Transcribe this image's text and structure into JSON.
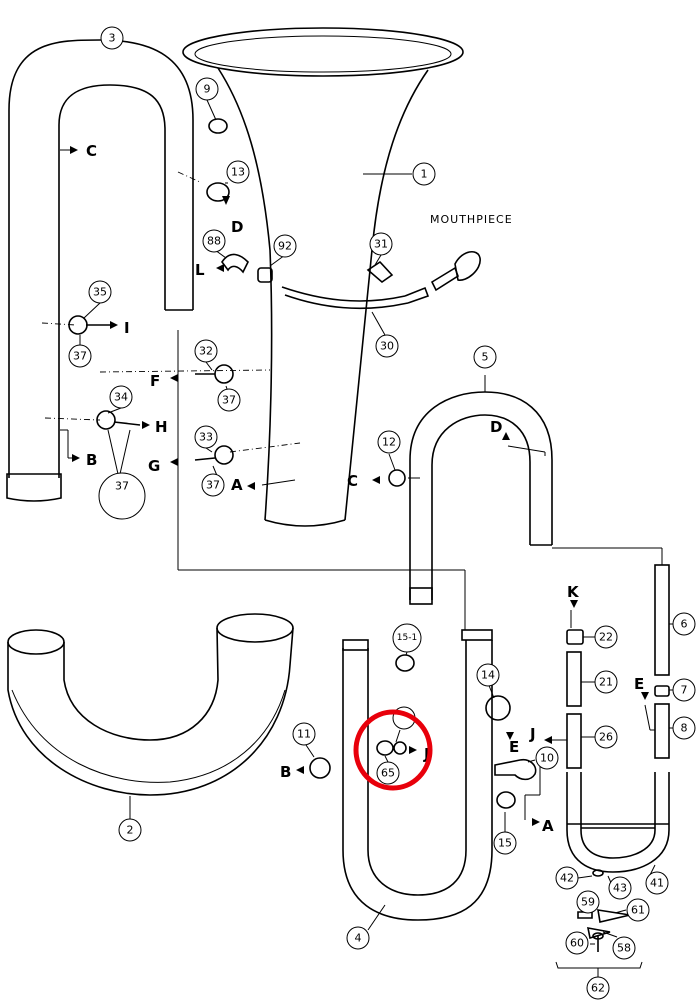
{
  "diagram": {
    "mouthpiece_label": "MOUTHPIECE",
    "highlight_color": "#e8000b",
    "callouts": [
      "1",
      "2",
      "3",
      "4",
      "5",
      "6",
      "7",
      "8",
      "9",
      "10",
      "11",
      "12",
      "13",
      "14",
      "15",
      "15-1",
      "21",
      "22",
      "26",
      "30",
      "31",
      "32",
      "33",
      "34",
      "35",
      "37",
      "41",
      "42",
      "43",
      "58",
      "59",
      "60",
      "61",
      "62",
      "65",
      "88",
      "92"
    ],
    "letters": [
      "A",
      "B",
      "C",
      "D",
      "E",
      "F",
      "G",
      "H",
      "I",
      "J",
      "K",
      "L"
    ]
  }
}
